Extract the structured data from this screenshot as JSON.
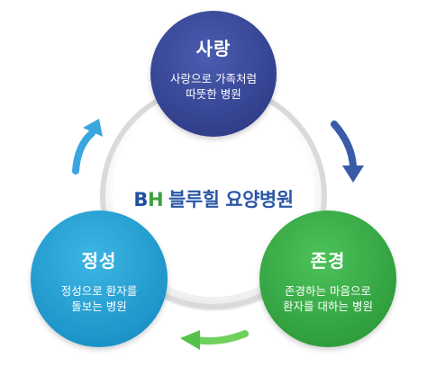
{
  "center": {
    "brand_b": "B",
    "brand_h": "H",
    "name": "블루힐 요양병원"
  },
  "nodes": {
    "top": {
      "label": "사랑",
      "desc_line1": "사랑으로 가족처럼",
      "desc_line2": "따뜻한 병원",
      "color": "#3b4a9c"
    },
    "right": {
      "label": "존경",
      "desc_line1": "존경하는 마음으로",
      "desc_line2": "환자를 대하는 병원",
      "color": "#3db04a"
    },
    "left": {
      "label": "정성",
      "desc_line1": "정성으로 환자를",
      "desc_line2": "돌보는 병원",
      "color": "#29a7d6"
    }
  },
  "colors": {
    "ring": "#e6e7e8",
    "arrow_blue": "#3a5ba8",
    "arrow_green": "#54c24a",
    "arrow_sky": "#3aa6e0"
  }
}
